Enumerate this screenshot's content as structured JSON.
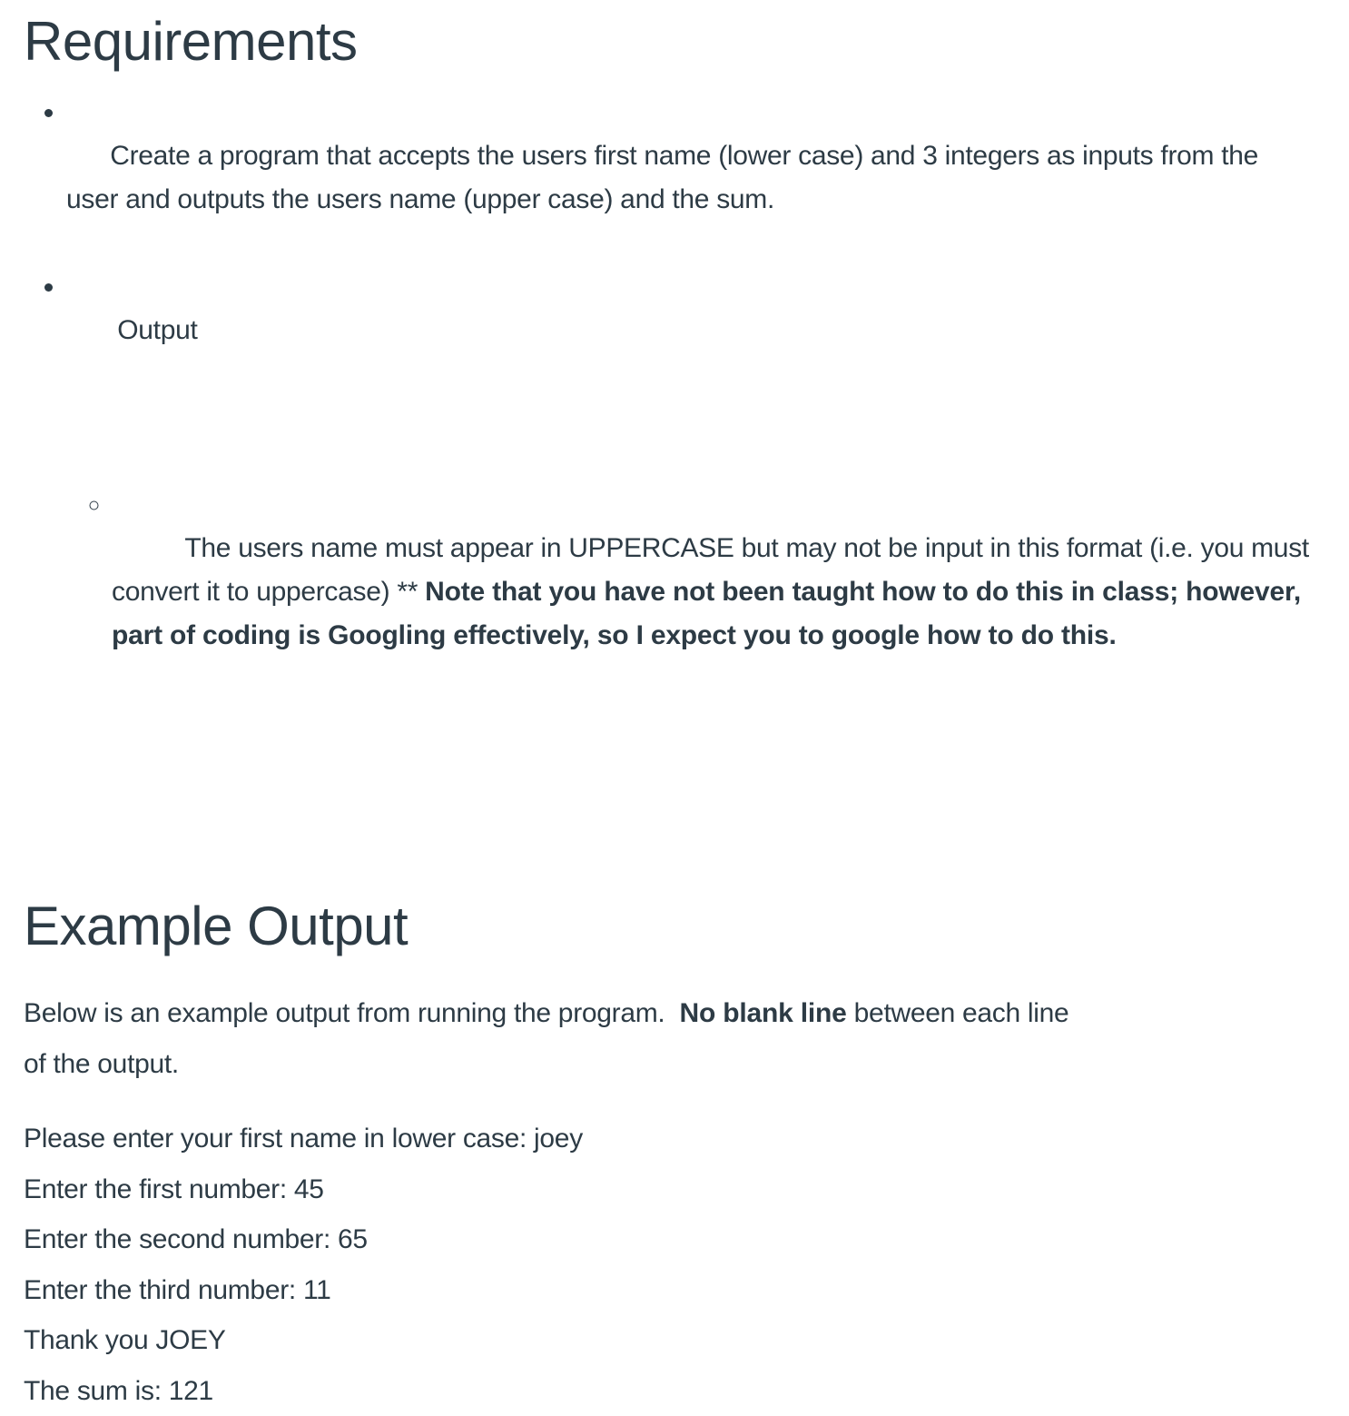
{
  "page": {
    "background_color": "#ffffff",
    "text_color": "#2d3b45"
  },
  "requirements": {
    "heading": "Requirements",
    "items": [
      {
        "level": 1,
        "runs": [
          {
            "t": "Create a program that accepts the users first name (lower case) and 3 integers as inputs from the"
          },
          {
            "br": true
          },
          {
            "t": "user and outputs the users name (upper case) and the sum."
          }
        ]
      },
      {
        "level": 1,
        "runs": [
          {
            "t": " Output"
          }
        ]
      },
      {
        "level": 2,
        "runs": [
          {
            "t": "The users name must appear in UPPERCASE but may not be input in this format (i.e. you must"
          },
          {
            "br": true
          },
          {
            "t": "convert it to uppercase) ** "
          },
          {
            "t": "Note that you have not been taught how to do this in class; however,",
            "b": true
          },
          {
            "br": true
          },
          {
            "t": "part of coding is Googling effectively, so I expect you to google how to do this.",
            "b": true
          }
        ]
      }
    ]
  },
  "example": {
    "heading": "Example Output",
    "intro_runs": [
      {
        "t": "Below is an example output from running the program.  "
      },
      {
        "t": "No blank line",
        "b": true
      },
      {
        "t": " between each line"
      },
      {
        "br": true
      },
      {
        "t": "of the output."
      }
    ],
    "output_lines": [
      "Please enter your first name in lower case: joey",
      "Enter the first number: 45",
      "Enter the second number: 65",
      "Enter the third number: 11",
      "Thank you JOEY",
      "The sum is: 121"
    ]
  }
}
